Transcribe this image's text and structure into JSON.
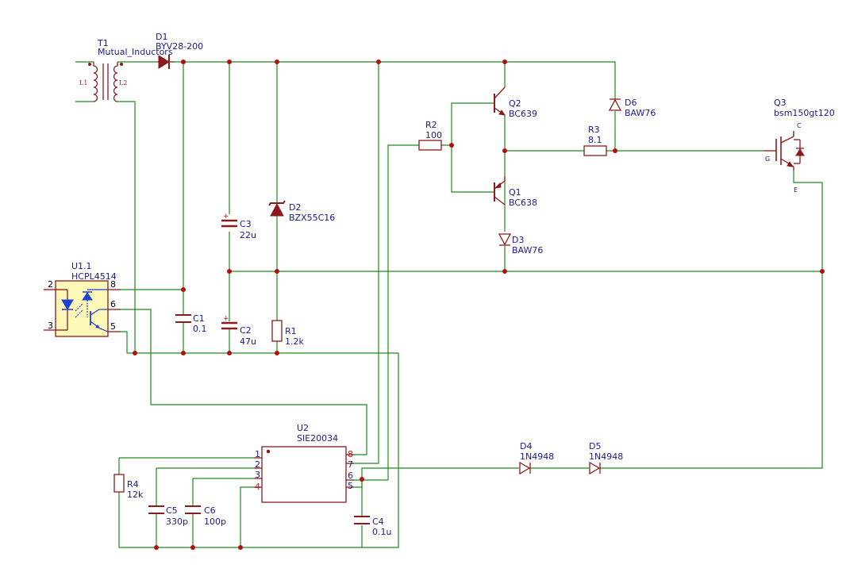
{
  "components": {
    "t1": {
      "ref": "T1",
      "value": "Mutual_Inductors",
      "l1": "L1",
      "l2": "L2"
    },
    "d1": {
      "ref": "D1",
      "value": "BYV28-200"
    },
    "d2": {
      "ref": "D2",
      "value": "BZX55C16"
    },
    "d3": {
      "ref": "D3",
      "value": "BAW76"
    },
    "d4": {
      "ref": "D4",
      "value": "1N4948"
    },
    "d5": {
      "ref": "D5",
      "value": "1N4948"
    },
    "d6": {
      "ref": "D6",
      "value": "BAW76"
    },
    "c1": {
      "ref": "C1",
      "value": "0.1"
    },
    "c2": {
      "ref": "C2",
      "value": "47u"
    },
    "c3": {
      "ref": "C3",
      "value": "22u"
    },
    "c4": {
      "ref": "C4",
      "value": "0.1u"
    },
    "c5": {
      "ref": "C5",
      "value": "330p"
    },
    "c6": {
      "ref": "C6",
      "value": "100p"
    },
    "r1": {
      "ref": "R1",
      "value": "1.2k"
    },
    "r2": {
      "ref": "R2",
      "value": "100"
    },
    "r3": {
      "ref": "R3",
      "value": "8.1"
    },
    "r4": {
      "ref": "R4",
      "value": "12k"
    },
    "q1": {
      "ref": "Q1",
      "value": "BC638"
    },
    "q2": {
      "ref": "Q2",
      "value": "BC639"
    },
    "q3": {
      "ref": "Q3",
      "value": "bsm150gt120",
      "gate": "G",
      "collector": "C",
      "emitter": "E"
    },
    "u1": {
      "ref": "U1.1",
      "value": "HCPL4514",
      "pins": [
        "2",
        "3",
        "8",
        "6",
        "5"
      ]
    },
    "u2": {
      "ref": "U2",
      "value": "SIE20034",
      "pins_left": [
        "1",
        "2",
        "3",
        "4"
      ],
      "pins_right": [
        "8",
        "7",
        "6",
        "5"
      ]
    }
  }
}
